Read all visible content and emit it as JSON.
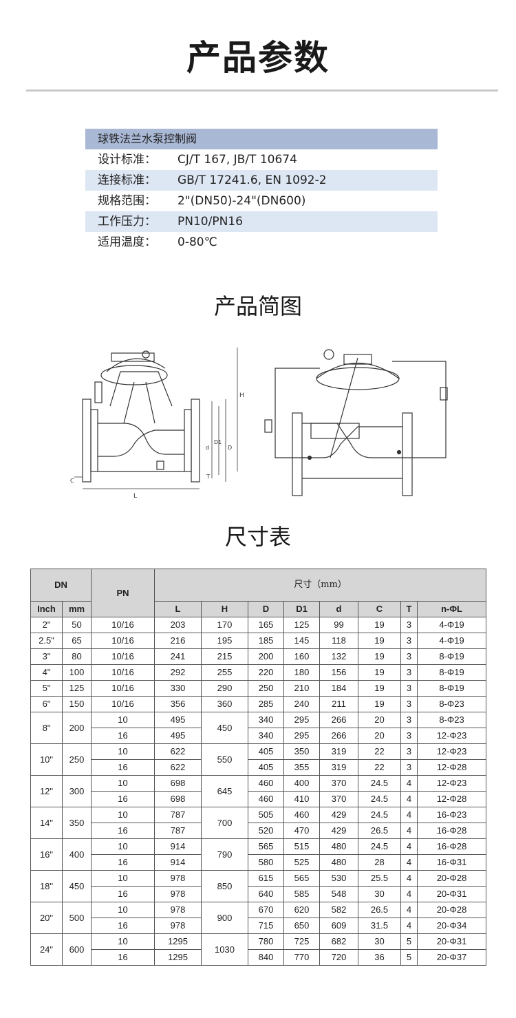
{
  "title": "产品参数",
  "spec": {
    "product_name": "球铁法兰水泵控制阀",
    "rows": [
      {
        "label": "设计标准：",
        "value": "CJ/T 167, JB/T 10674"
      },
      {
        "label": "连接标准：",
        "value": "GB/T 17241.6, EN 1092-2"
      },
      {
        "label": "规格范围：",
        "value": "2\"(DN50)-24\"(DN600)"
      },
      {
        "label": "工作压力：",
        "value": "PN10/PN16"
      },
      {
        "label": "适用温度：",
        "value": "0-80℃"
      }
    ]
  },
  "drawing_title": "产品简图",
  "table_title": "尺寸表",
  "table": {
    "h_dn": "DN",
    "h_pn": "PN",
    "h_dim": "尺寸（mm）",
    "h_inch": "Inch",
    "h_mm": "mm",
    "cols": [
      "L",
      "H",
      "D",
      "D1",
      "d",
      "C",
      "T",
      "n-ΦL"
    ],
    "single": [
      {
        "inch": "2\"",
        "mm": "50",
        "pn": "10/16",
        "L": "203",
        "H": "170",
        "D": "165",
        "D1": "125",
        "d": "99",
        "C": "19",
        "T": "3",
        "nL": "4-Φ19"
      },
      {
        "inch": "2.5\"",
        "mm": "65",
        "pn": "10/16",
        "L": "216",
        "H": "195",
        "D": "185",
        "D1": "145",
        "d": "118",
        "C": "19",
        "T": "3",
        "nL": "4-Φ19"
      },
      {
        "inch": "3\"",
        "mm": "80",
        "pn": "10/16",
        "L": "241",
        "H": "215",
        "D": "200",
        "D1": "160",
        "d": "132",
        "C": "19",
        "T": "3",
        "nL": "8-Φ19"
      },
      {
        "inch": "4\"",
        "mm": "100",
        "pn": "10/16",
        "L": "292",
        "H": "255",
        "D": "220",
        "D1": "180",
        "d": "156",
        "C": "19",
        "T": "3",
        "nL": "8-Φ19"
      },
      {
        "inch": "5\"",
        "mm": "125",
        "pn": "10/16",
        "L": "330",
        "H": "290",
        "D": "250",
        "D1": "210",
        "d": "184",
        "C": "19",
        "T": "3",
        "nL": "8-Φ19"
      },
      {
        "inch": "6\"",
        "mm": "150",
        "pn": "10/16",
        "L": "356",
        "H": "360",
        "D": "285",
        "D1": "240",
        "d": "211",
        "C": "19",
        "T": "3",
        "nL": "8-Φ23"
      }
    ],
    "paired": [
      {
        "inch": "8\"",
        "mm": "200",
        "H": "450",
        "rows": [
          {
            "pn": "10",
            "L": "495",
            "D": "340",
            "D1": "295",
            "d": "266",
            "C": "20",
            "T": "3",
            "nL": "8-Φ23"
          },
          {
            "pn": "16",
            "L": "495",
            "D": "340",
            "D1": "295",
            "d": "266",
            "C": "20",
            "T": "3",
            "nL": "12-Φ23"
          }
        ]
      },
      {
        "inch": "10\"",
        "mm": "250",
        "H": "550",
        "rows": [
          {
            "pn": "10",
            "L": "622",
            "D": "405",
            "D1": "350",
            "d": "319",
            "C": "22",
            "T": "3",
            "nL": "12-Φ23"
          },
          {
            "pn": "16",
            "L": "622",
            "D": "405",
            "D1": "355",
            "d": "319",
            "C": "22",
            "T": "3",
            "nL": "12-Φ28"
          }
        ]
      },
      {
        "inch": "12\"",
        "mm": "300",
        "H": "645",
        "rows": [
          {
            "pn": "10",
            "L": "698",
            "D": "460",
            "D1": "400",
            "d": "370",
            "C": "24.5",
            "T": "4",
            "nL": "12-Φ23"
          },
          {
            "pn": "16",
            "L": "698",
            "D": "460",
            "D1": "410",
            "d": "370",
            "C": "24.5",
            "T": "4",
            "nL": "12-Φ28"
          }
        ]
      },
      {
        "inch": "14\"",
        "mm": "350",
        "H": "700",
        "rows": [
          {
            "pn": "10",
            "L": "787",
            "D": "505",
            "D1": "460",
            "d": "429",
            "C": "24.5",
            "T": "4",
            "nL": "16-Φ23"
          },
          {
            "pn": "16",
            "L": "787",
            "D": "520",
            "D1": "470",
            "d": "429",
            "C": "26.5",
            "T": "4",
            "nL": "16-Φ28"
          }
        ]
      },
      {
        "inch": "16\"",
        "mm": "400",
        "H": "790",
        "rows": [
          {
            "pn": "10",
            "L": "914",
            "D": "565",
            "D1": "515",
            "d": "480",
            "C": "24.5",
            "T": "4",
            "nL": "16-Φ28"
          },
          {
            "pn": "16",
            "L": "914",
            "D": "580",
            "D1": "525",
            "d": "480",
            "C": "28",
            "T": "4",
            "nL": "16-Φ31"
          }
        ]
      },
      {
        "inch": "18\"",
        "mm": "450",
        "H": "850",
        "rows": [
          {
            "pn": "10",
            "L": "978",
            "D": "615",
            "D1": "565",
            "d": "530",
            "C": "25.5",
            "T": "4",
            "nL": "20-Φ28"
          },
          {
            "pn": "16",
            "L": "978",
            "D": "640",
            "D1": "585",
            "d": "548",
            "C": "30",
            "T": "4",
            "nL": "20-Φ31"
          }
        ]
      },
      {
        "inch": "20\"",
        "mm": "500",
        "H": "900",
        "rows": [
          {
            "pn": "10",
            "L": "978",
            "D": "670",
            "D1": "620",
            "d": "582",
            "C": "26.5",
            "T": "4",
            "nL": "20-Φ28"
          },
          {
            "pn": "16",
            "L": "978",
            "D": "715",
            "D1": "650",
            "d": "609",
            "C": "31.5",
            "T": "4",
            "nL": "20-Φ34"
          }
        ]
      },
      {
        "inch": "24\"",
        "mm": "600",
        "H": "1030",
        "rows": [
          {
            "pn": "10",
            "L": "1295",
            "D": "780",
            "D1": "725",
            "d": "682",
            "C": "30",
            "T": "5",
            "nL": "20-Φ31"
          },
          {
            "pn": "16",
            "L": "1295",
            "D": "840",
            "D1": "770",
            "d": "720",
            "C": "36",
            "T": "5",
            "nL": "20-Φ37"
          }
        ]
      }
    ]
  },
  "drawing_labels": {
    "H": "H",
    "L": "L",
    "D": "D",
    "D1": "D1",
    "d": "d",
    "C": "C",
    "T": "T"
  }
}
